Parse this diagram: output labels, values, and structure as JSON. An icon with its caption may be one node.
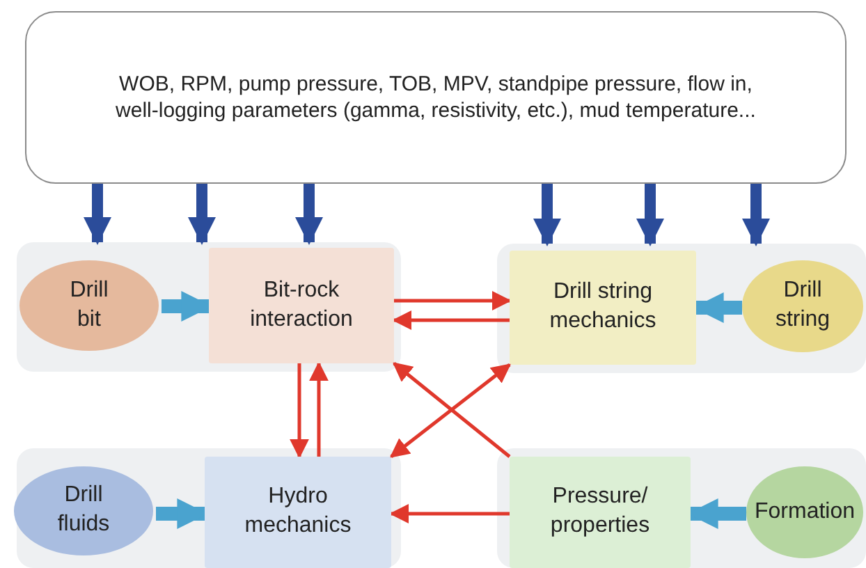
{
  "diagram": {
    "nodes": [
      {
        "text": [
          "WOB, RPM, pump pressure, TOB, MPV, standpipe pressure, flow in, well-logging parameters (gamma, resistivity, etc.), mud temperature..."
        ]
      },
      {
        "text": [],
        "shape": "box"
      },
      {
        "text": [
          "Drill bit"
        ],
        "in": 1
      },
      {
        "text": [
          "Bit-rock interaction"
        ],
        "in": 1
      },
      {
        "text": [],
        "shape": "box"
      },
      {
        "text": [
          "Drill string mechanics"
        ],
        "in": 4
      },
      {
        "text": [
          "Drill string"
        ],
        "in": 4
      },
      {
        "text": [],
        "shape": "box"
      },
      {
        "text": [
          "Drill fluids"
        ],
        "in": 7
      },
      {
        "text": [
          "Hydro mechanics"
        ],
        "in": 7
      },
      {
        "text": [],
        "shape": "box"
      },
      {
        "text": [
          "Pressure/ properties"
        ],
        "in": 10
      },
      {
        "text": [
          "Formation"
        ],
        "in": 10
      }
    ],
    "edges": [
      {
        "from": 0,
        "to": 1,
        "arrow": "to",
        "color": "#2b4c9a"
      },
      {
        "from": 0,
        "to": 1,
        "arrow": "to",
        "color": "#2b4c9a"
      },
      {
        "from": 0,
        "to": 1,
        "arrow": "to",
        "color": "#2b4c9a"
      },
      {
        "from": 0,
        "to": 4,
        "arrow": "to",
        "color": "#2b4c9a"
      },
      {
        "from": 0,
        "to": 4,
        "arrow": "to",
        "color": "#2b4c9a"
      },
      {
        "from": 0,
        "to": 4,
        "arrow": "to",
        "color": "#2b4c9a"
      },
      {
        "from": 2,
        "to": 3,
        "arrow": "to",
        "color": "#4aa3cf"
      },
      {
        "from": 6,
        "to": 5,
        "arrow": "to",
        "color": "#4aa3cf"
      },
      {
        "from": 8,
        "to": 9,
        "arrow": "to",
        "color": "#4aa3cf"
      },
      {
        "from": 12,
        "to": 11,
        "arrow": "to",
        "color": "#4aa3cf"
      },
      {
        "from": 3,
        "to": 5,
        "arrow": "to"
      },
      {
        "from": 5,
        "to": 3,
        "arrow": "to"
      },
      {
        "from": 3,
        "to": 9,
        "arrow": "to"
      },
      {
        "from": 9,
        "to": 3,
        "arrow": "to"
      },
      {
        "from": 9,
        "to": 5,
        "arrow": "both"
      },
      {
        "from": 11,
        "to": 3,
        "arrow": "to"
      },
      {
        "from": 11,
        "to": 9,
        "arrow": "to"
      }
    ]
  }
}
